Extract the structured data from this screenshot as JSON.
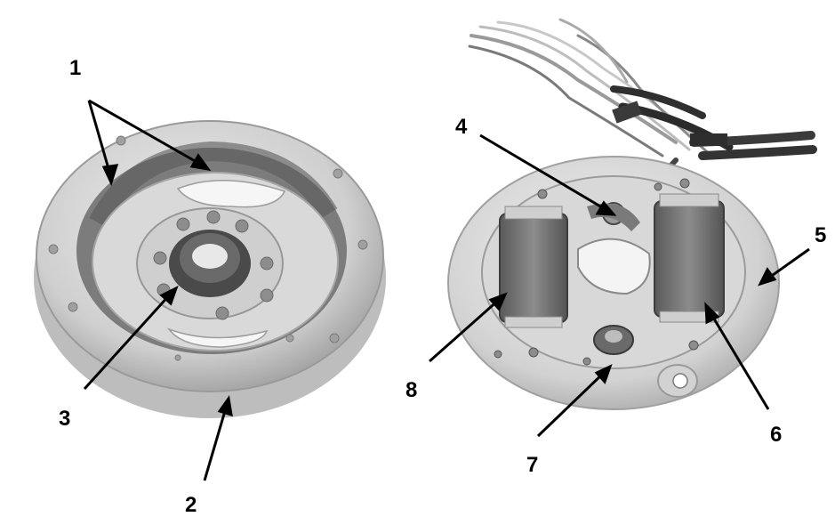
{
  "figure": {
    "subject": "flywheel-and-stator-assembly",
    "palette": {
      "background": "#ffffff",
      "metal": "#d4d4d4",
      "metal_dark": "#8a8a8a",
      "coil": "#6e6e6e",
      "wire": "#3a3a3a",
      "ink": "#000000"
    }
  },
  "callouts": [
    {
      "id": "1",
      "label": "1"
    },
    {
      "id": "2",
      "label": "2"
    },
    {
      "id": "3",
      "label": "3"
    },
    {
      "id": "4",
      "label": "4"
    },
    {
      "id": "5",
      "label": "5"
    },
    {
      "id": "6",
      "label": "6"
    },
    {
      "id": "7",
      "label": "7"
    },
    {
      "id": "8",
      "label": "8"
    }
  ]
}
